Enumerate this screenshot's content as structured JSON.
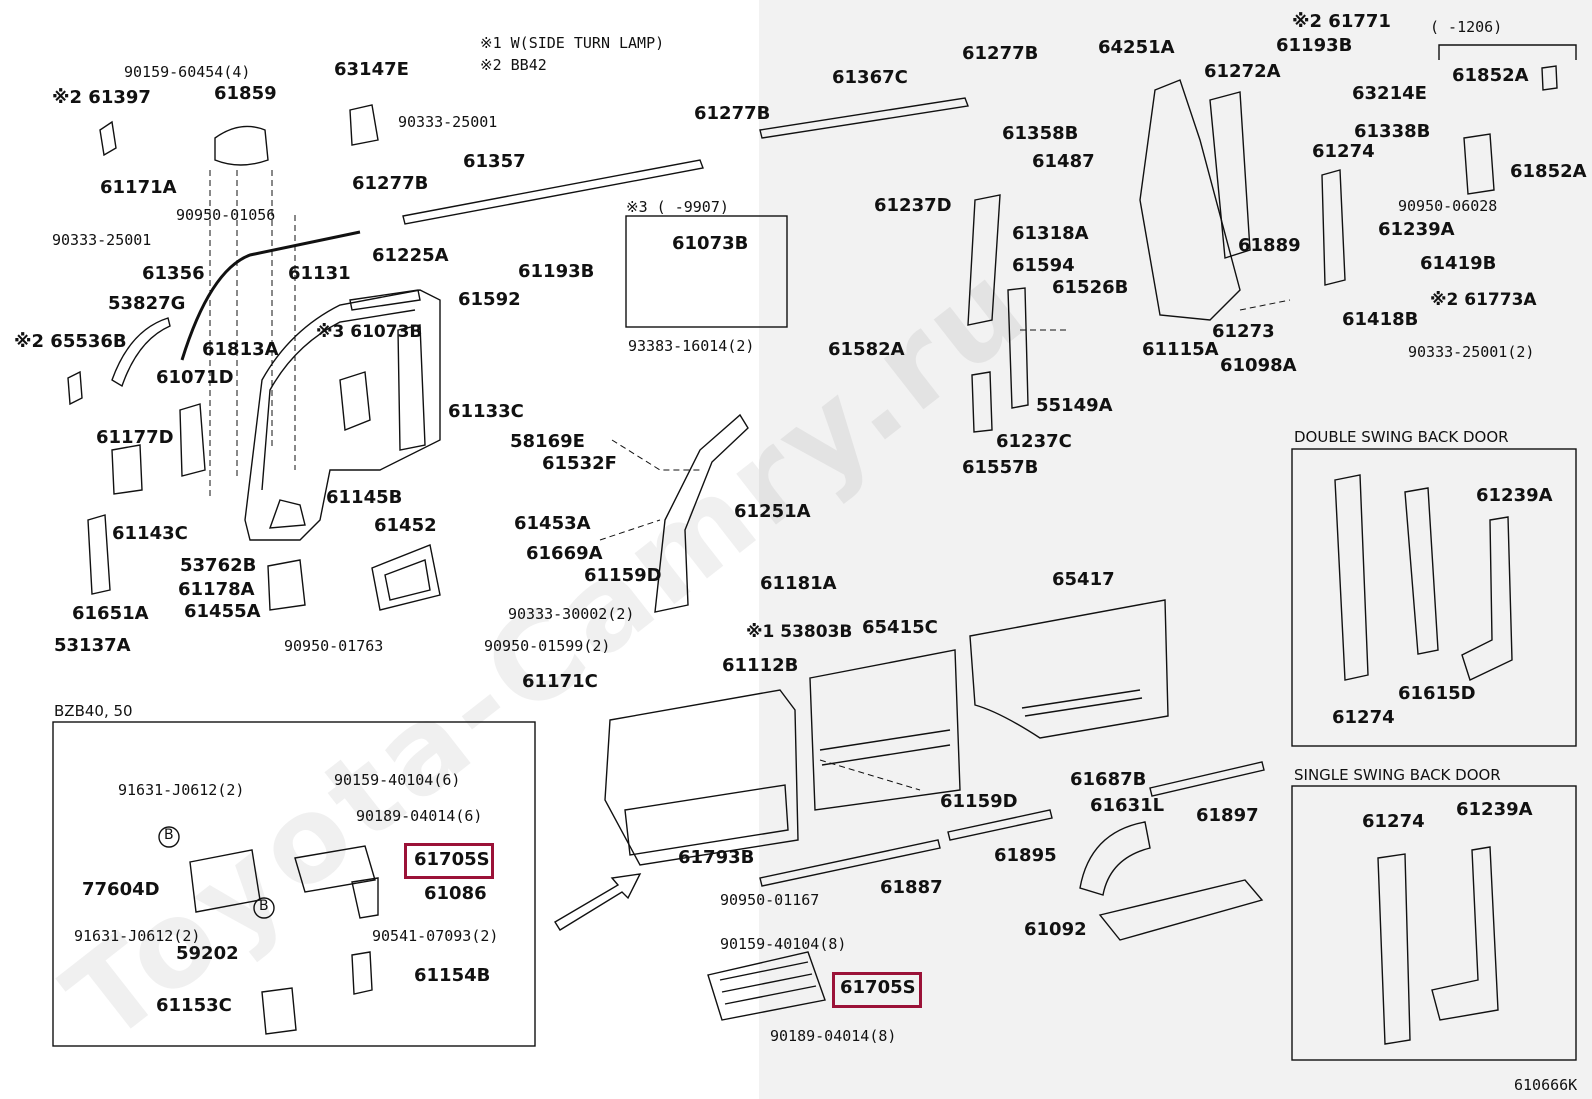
{
  "notes": {
    "note1": "※1 W(SIDE TURN LAMP)",
    "note2": "※2 BB42"
  },
  "sections": {
    "bzb_title": "BZB40, 50",
    "double_door_title": "DOUBLE SWING BACK DOOR",
    "single_door_title": "SINGLE SWING BACK DOOR",
    "range_1206": "(          -1206)",
    "range_9907": "※3 (          -9907)"
  },
  "diagram_id": "610666K",
  "watermark": "Toyota-Camry.ru",
  "circle_b": "B",
  "labels": {
    "l01": "90159-60454(4)",
    "l02": "※2 61397",
    "l03": "61859",
    "l04": "63147E",
    "l05": "90333-25001",
    "l06": "61357",
    "l07": "61171A",
    "l08": "90950-01056",
    "l09": "61277B",
    "l10": "90333-25001",
    "l11": "61356",
    "l12": "61131",
    "l13": "61225A",
    "l14": "61193B",
    "l15": "53827G",
    "l16": "61592",
    "l17": "※2 65536B",
    "l18": "61813A",
    "l19": "※3 61073B",
    "l20": "93383-16014(2)",
    "l21": "61071D",
    "l22": "61133C",
    "l23": "61177D",
    "l24": "58169E",
    "l25": "61532F",
    "l26": "61145B",
    "l27": "61143C",
    "l28": "61452",
    "l29": "61453A",
    "l30": "53762B",
    "l31": "61669A",
    "l32": "61178A",
    "l33": "61159D",
    "l34": "61651A",
    "l35": "61455A",
    "l36": "90333-30002(2)",
    "l37": "53137A",
    "l38": "90950-01763",
    "l39": "90950-01599(2)",
    "l40": "61251A",
    "l41": "61181A",
    "l42": "61073B",
    "l43": "61367C",
    "l44": "61277B",
    "l45": "61277B",
    "l46": "61358B",
    "l47": "64251A",
    "l48": "※2 61771",
    "l49": "61193B",
    "l50": "61272A",
    "l51": "63214E",
    "l52": "61852A",
    "l53": "61852A",
    "l54": "61338B",
    "l55": "61487",
    "l56": "61274",
    "l57": "61237D",
    "l58": "61318A",
    "l59": "90950-06028",
    "l60": "61239A",
    "l61": "61889",
    "l62": "61419B",
    "l63": "61594",
    "l64": "61526B",
    "l65": "※2 61773A",
    "l66": "61582A",
    "l67": "61115A",
    "l68": "61273",
    "l69": "61418B",
    "l70": "61098A",
    "l71": "90333-25001(2)",
    "l72": "55149A",
    "l73": "61237C",
    "l74": "61557B",
    "l75": "65417",
    "l76": "※1 53803B",
    "l77": "65415C",
    "l78": "61112B",
    "l79": "61171C",
    "l80": "61239A",
    "l81": "61615D",
    "l82": "61274",
    "l83": "61687B",
    "l84": "61159D",
    "l85": "61631L",
    "l86": "61897",
    "l87": "61793B",
    "l88": "61895",
    "l89": "61887",
    "l90": "90950-01167",
    "l91": "61092",
    "l92": "61274",
    "l93": "61239A",
    "l94": "90159-40104(8)",
    "l95": "61705S",
    "l96": "90189-04014(8)",
    "l97": "91631-J0612(2)",
    "l98": "90159-40104(6)",
    "l99": "90189-04014(6)",
    "l100": "61705S",
    "l101": "77604D",
    "l102": "61086",
    "l103": "91631-J0612(2)",
    "l104": "90541-07093(2)",
    "l105": "59202",
    "l106": "61154B",
    "l107": "61153C"
  }
}
